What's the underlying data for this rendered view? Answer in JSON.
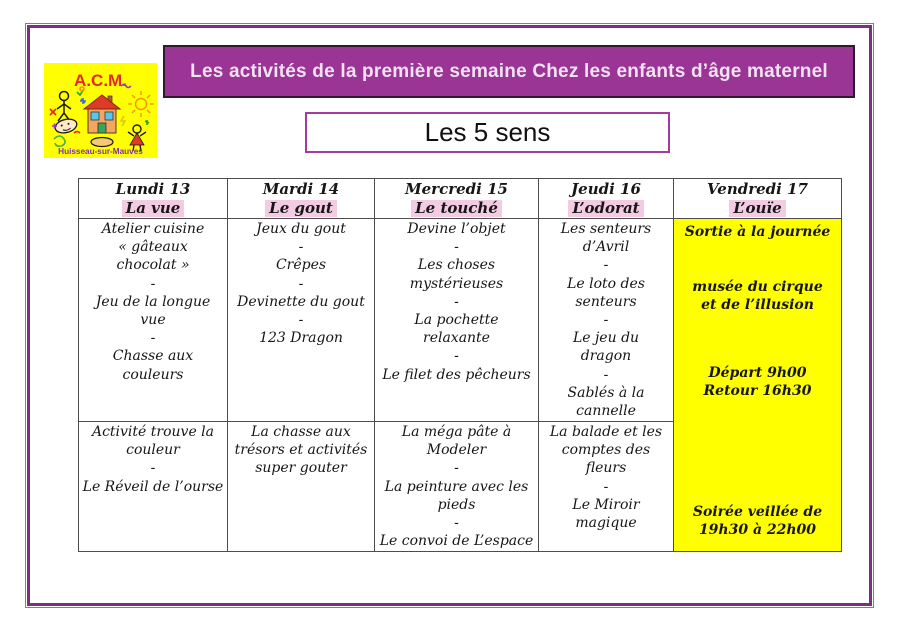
{
  "logo": {
    "acronym": "A.C.M.",
    "town": "Huisseau-sur-Mauves"
  },
  "banner_title": "Les activités de la première semaine Chez les enfants d’âge maternel",
  "subtitle": "Les 5 sens",
  "colors": {
    "banner_bg": "#9a3596",
    "frame_border": "#7f2d7f",
    "sense_highlight": "#f3cbe3",
    "friday_bg": "#ffff00",
    "subtitle_border": "#a43c9f",
    "logo_bg": "#ffff00",
    "logo_acronym_color": "#e8262a"
  },
  "table": {
    "headers": [
      {
        "day": "Lundi 13",
        "sense": "La vue"
      },
      {
        "day": "Mardi 14",
        "sense": "Le gout"
      },
      {
        "day": "Mercredi 15",
        "sense": "Le touché"
      },
      {
        "day": "Jeudi 16",
        "sense": "L’odorat"
      },
      {
        "day": "Vendredi 17",
        "sense": "L’ouïe"
      }
    ],
    "morning": [
      "Atelier cuisine\n« gâteaux\nchocolat »\n-\nJeu de la longue\nvue\n-\nChasse aux\ncouleurs",
      "Jeux du gout\n-\nCrêpes\n-\nDevinette du gout\n-\n123 Dragon",
      "Devine l’objet\n-\nLes choses\nmystérieuses\n-\nLa pochette\nrelaxante\n-\nLe filet des pêcheurs",
      "Les senteurs\nd’Avril\n-\nLe loto des\nsenteurs\n-\nLe jeu du\ndragon\n-\nSablés à la\ncannelle"
    ],
    "afternoon": [
      "Activité trouve la\ncouleur\n-\nLe Réveil de l’ourse",
      "La chasse aux\ntrésors et activités\nsuper gouter",
      "La méga pâte à\nModeler\n-\nLa peinture avec les\npieds\n-\nLe convoi de L’espace",
      "La balade et les\ncomptes des\nfleurs\n-\nLe Miroir\nmagique"
    ],
    "friday": {
      "trip": "Sortie à la journée",
      "venue": "musée du cirque\net de l’illusion",
      "times": "Départ 9h00\nRetour 16h30",
      "evening": "Soirée veillée de\n19h30 à 22h00"
    }
  }
}
